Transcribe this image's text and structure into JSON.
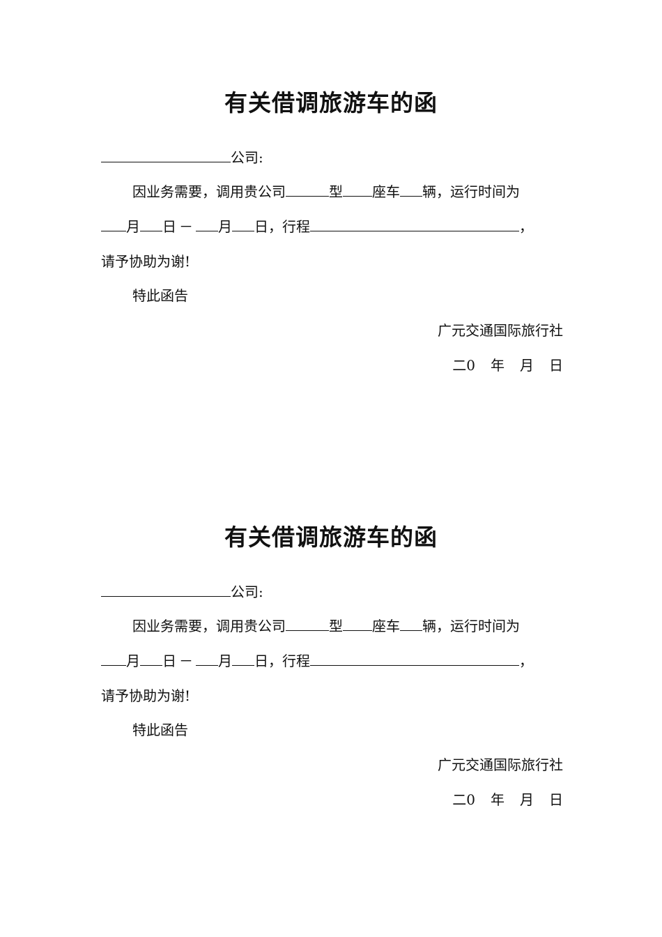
{
  "letters": [
    {
      "title": "有关借调旅游车的函",
      "addressee_suffix": "公司:",
      "body": {
        "intro": "因业务需要，调用贵公司",
        "model_unit": "型",
        "seat_unit": "座车",
        "vehicle_unit": "辆，运行时间为",
        "month": "月",
        "day": "日",
        "dash": "－",
        "itinerary": "日，行程",
        "comma": "，",
        "request": "请予协助为谢!"
      },
      "closing": "特此函告",
      "signature": "广元交通国际旅行社",
      "date": {
        "prefix": "二0",
        "year": "年",
        "month": "月",
        "day": "日"
      }
    },
    {
      "title": "有关借调旅游车的函",
      "addressee_suffix": "公司:",
      "body": {
        "intro": "因业务需要，调用贵公司",
        "model_unit": "型",
        "seat_unit": "座车",
        "vehicle_unit": "辆，运行时间为",
        "month": "月",
        "day": "日",
        "dash": "－",
        "itinerary": "日，行程",
        "comma": "，",
        "request": "请予协助为谢!"
      },
      "closing": "特此函告",
      "signature": "广元交通国际旅行社",
      "date": {
        "prefix": "二0",
        "year": "年",
        "month": "月",
        "day": "日"
      }
    }
  ]
}
